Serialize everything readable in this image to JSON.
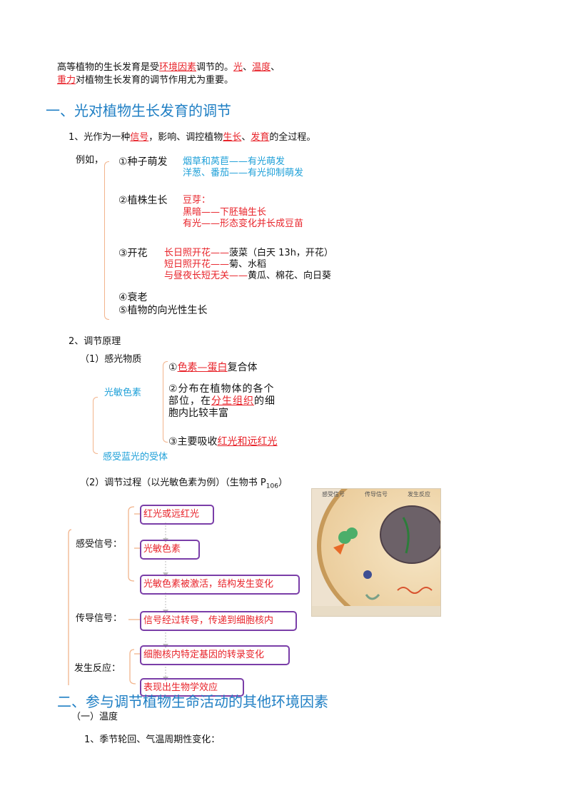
{
  "intro": {
    "line1_a": "高等植物的生长发育是受",
    "line1_b": "环境因素",
    "line1_c": "调节的。",
    "line1_d": "光",
    "line1_e": "、",
    "line1_f": "温度",
    "line1_g": "、",
    "line2_a": "重力",
    "line2_b": "对植物生长发育的调节作用尤为重要。"
  },
  "section1": {
    "title": "一、光对植物生长发育的调节",
    "point1_a": "1、光作为一种",
    "point1_b": "信号",
    "point1_c": "，影响、调控植物",
    "point1_d": "生长",
    "point1_e": "、",
    "point1_f": "发育",
    "point1_g": "的全过程。",
    "example_label": "例如，",
    "examples": {
      "seed": "①种子萌发",
      "seed_l1": "烟草和莴苣——有光萌发",
      "seed_l2": "洋葱、番茄——有光抑制萌发",
      "growth": "②植株生长",
      "growth_l1": "豆芽：",
      "growth_l2": "黑暗——下胚轴生长",
      "growth_l3": "有光——形态变化并长成豆苗",
      "flower": "③开花",
      "flower_l1a": "长日照开花——",
      "flower_l1b": "菠菜（白天 13h，开花）",
      "flower_l2a": "短日照开花——",
      "flower_l2b": "菊、水稻",
      "flower_l3a": "与昼夜长短无关——",
      "flower_l3b": "黄瓜、棉花、向日葵",
      "aging": "④衰老",
      "phototropism": "⑤植物的向光性生长"
    },
    "point2": "2、调节原理",
    "sub1": "（1）感光物质",
    "phytochrome": "光敏色素",
    "blue_receptor": "感受蓝光的受体",
    "pc1_a": "①",
    "pc1_b": "色素—蛋白",
    "pc1_c": "复合体",
    "pc2_l1": "②分布在植物体的各个",
    "pc2_l2a": "部位，在",
    "pc2_l2b": "分生组织",
    "pc2_l2c": "的细",
    "pc2_l3": "胞内比较丰富",
    "pc3_a": "③主要吸收",
    "pc3_b": "红光和远红光",
    "sub2_a": "（2）调节过程（以光敏色素为例）（生物书 P",
    "sub2_sub": "106",
    "sub2_b": "）",
    "flow": {
      "perceive": "感受信号：",
      "transmit": "传导信号：",
      "respond": "发生反应：",
      "box1": "红光或远红光",
      "box2": "光敏色素",
      "box3": "光敏色素被激活，结构发生变化",
      "box4": "信号经过转导，传递到细胞核内",
      "box5": "细胞核内特定基因的转录变化",
      "box6": "表现出生物学效应"
    },
    "figure": {
      "h1": "感受信号",
      "h2": "传导信号",
      "h3": "发生反应"
    }
  },
  "section2": {
    "title": "二、参与调节植物生命活动的其他环境因素",
    "sub1": "（一）温度",
    "point1": "1、季节轮回、气温周期性变化："
  },
  "colors": {
    "red": "#e8232a",
    "cyan": "#1ea0d8",
    "blue_heading": "#1f7fc4",
    "box_border": "#7a3ea8",
    "brace": "#f2b48c"
  }
}
